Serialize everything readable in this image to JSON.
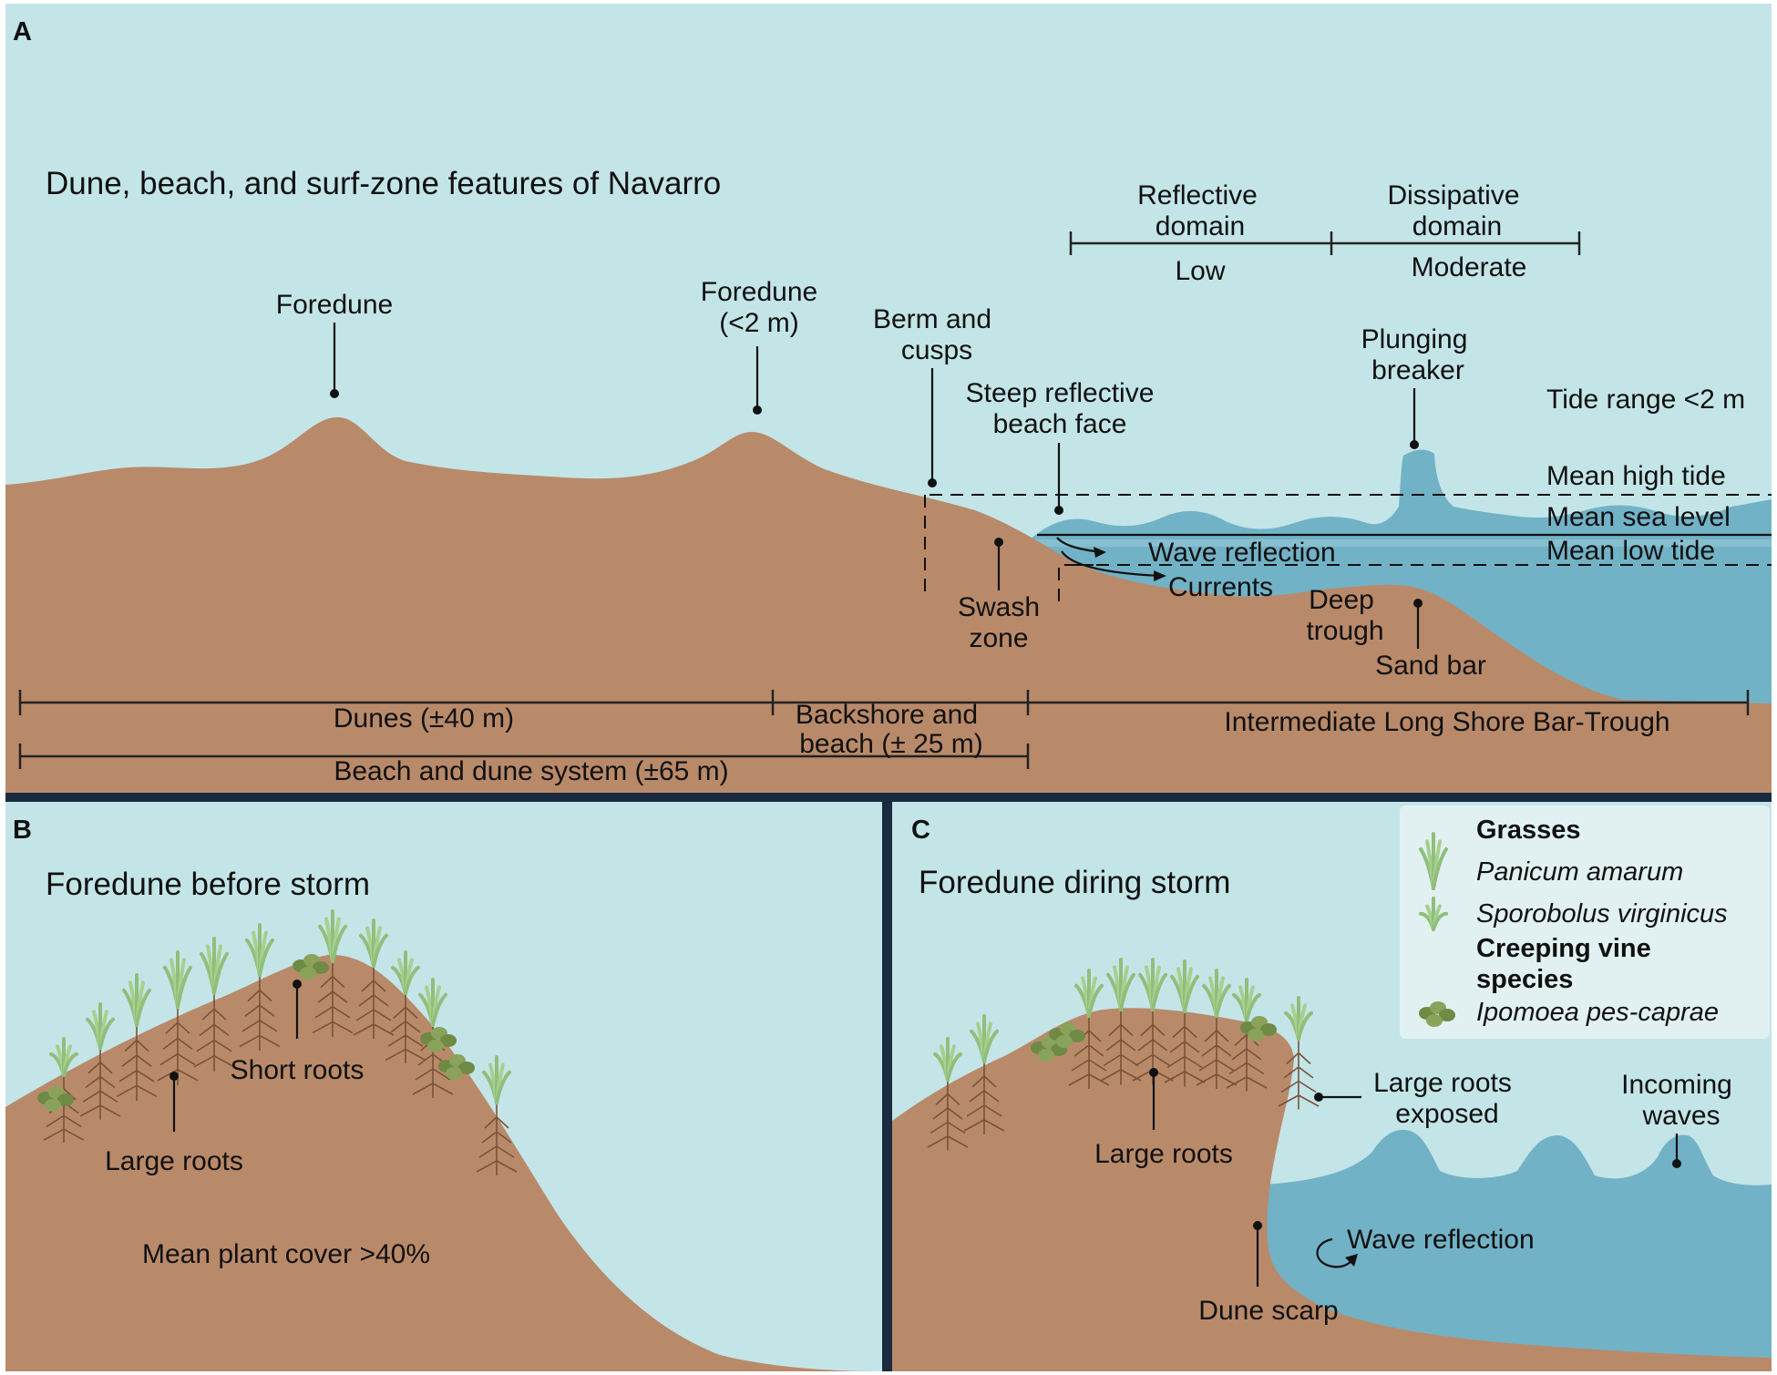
{
  "colors": {
    "sky": "#c3e5e8",
    "sand": "#b98a6a",
    "water": "#72b2c6",
    "water_light": "#8ec4d4",
    "divider": "#1a2a40",
    "grass": "#8fbf7a",
    "vine": "#6f8a45",
    "root": "#7a5238"
  },
  "icons": [
    "grass-icon",
    "small-grass-icon",
    "vine-icon",
    "arrow-icon"
  ],
  "panel_a": {
    "letter": "A",
    "title": "Dune, beach, and surf-zone features of Navarro",
    "foredune1": "Foredune",
    "foredune2": [
      "Foredune",
      "(<2 m)"
    ],
    "berm": [
      "Berm and",
      "cusps"
    ],
    "steep": [
      "Steep reflective",
      "beach face"
    ],
    "reflective": [
      "Reflective",
      "domain"
    ],
    "dissipative": [
      "Dissipative",
      "domain"
    ],
    "low": "Low",
    "moderate": "Moderate",
    "plunging": [
      "Plunging",
      "breaker"
    ],
    "tide_range": "Tide range <2 m",
    "mean_high_tide": "Mean high tide",
    "mean_sea_level": "Mean sea level",
    "mean_low_tide": "Mean low tide",
    "wave_reflection": "Wave reflection",
    "currents": "Currents",
    "swash": [
      "Swash",
      "zone"
    ],
    "deep_trough": [
      "Deep",
      "trough"
    ],
    "sand_bar": "Sand bar",
    "dunes_span": "Dunes (±40 m)",
    "backshore_span": [
      "Backshore and",
      "beach (± 25 m)"
    ],
    "intermediate_span": "Intermediate Long Shore Bar-Trough",
    "system_span": "Beach and dune system (±65 m)"
  },
  "panel_b": {
    "letter": "B",
    "title": "Foredune before storm",
    "short_roots": "Short roots",
    "large_roots": "Large roots",
    "cover": "Mean plant cover >40%"
  },
  "panel_c": {
    "letter": "C",
    "title": "Foredune diring storm",
    "large_roots_exposed": [
      "Large roots",
      "exposed"
    ],
    "incoming": [
      "Incoming",
      "waves"
    ],
    "large_roots": "Large roots",
    "wave_reflection": "Wave reflection",
    "dune_scarp": "Dune scarp"
  },
  "legend": {
    "grasses": "Grasses",
    "panicum": "Panicum amarum",
    "sporobolus": "Sporobolus virginicus",
    "creeping": [
      "Creeping vine",
      "species"
    ],
    "ipomoea": "Ipomoea pes-caprae"
  }
}
